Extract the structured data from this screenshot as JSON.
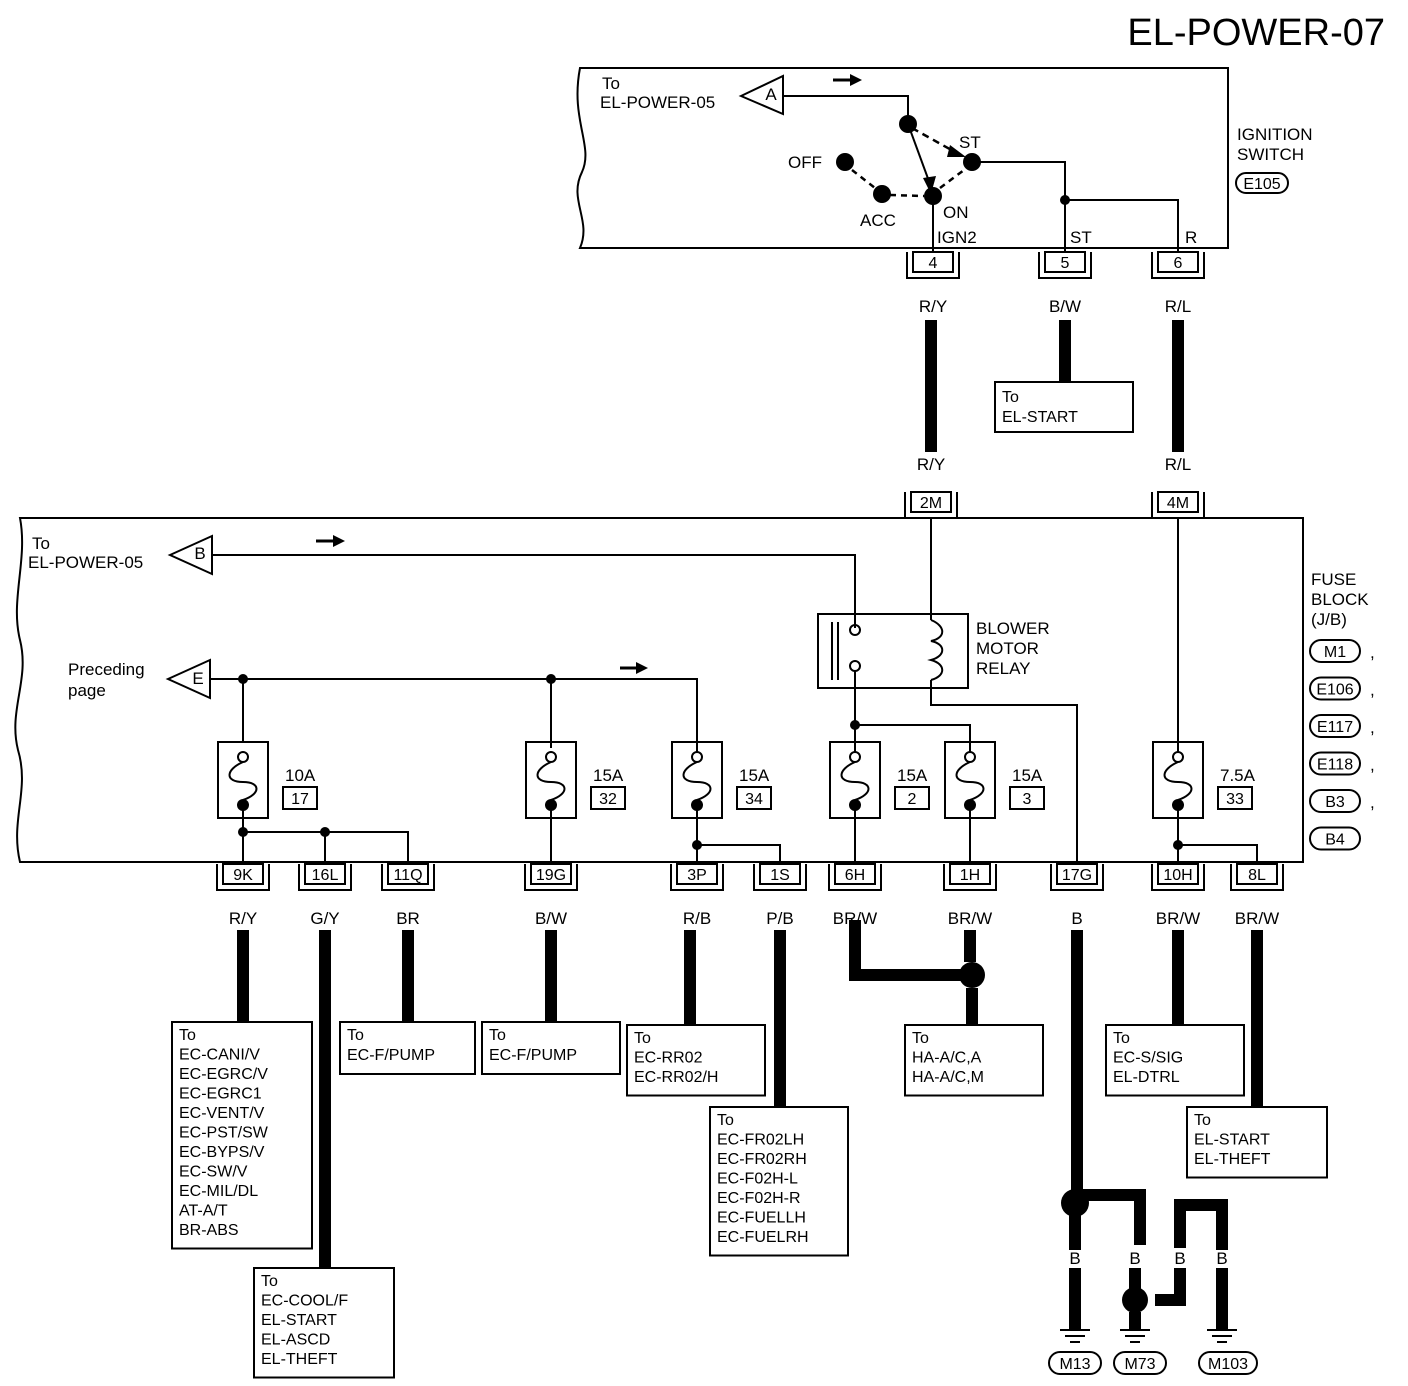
{
  "page": {
    "title": "EL-POWER-07"
  },
  "ignition": {
    "ref_to": "To",
    "ref_page": "EL-POWER-05",
    "ref_letter": "A",
    "name_line1": "IGNITION",
    "name_line2": "SWITCH",
    "connector_id": "E105",
    "pos_off": "OFF",
    "pos_acc": "ACC",
    "pos_on": "ON",
    "pos_st": "ST",
    "term_ign2": "IGN2",
    "term_st": "ST",
    "term_r": "R",
    "pins": [
      "4",
      "5",
      "6"
    ],
    "wires": [
      "R/Y",
      "B/W",
      "R/L"
    ],
    "start_box": {
      "line1": "To",
      "line2": "EL-START"
    }
  },
  "fuse_block": {
    "ref_b_to": "To",
    "ref_b_page": "EL-POWER-05",
    "ref_b_letter": "B",
    "ref_e_line1": "Preceding",
    "ref_e_line2": "page",
    "ref_e_letter": "E",
    "name_line1": "FUSE",
    "name_line2": "BLOCK",
    "name_line3": "(J/B)",
    "connectors": [
      "M1",
      "E106",
      "E117",
      "E118",
      "B3",
      "B4"
    ],
    "top_wires": [
      "R/Y",
      "R/L"
    ],
    "top_pins": [
      "2M",
      "4M"
    ],
    "relay_line1": "BLOWER",
    "relay_line2": "MOTOR",
    "relay_line3": "RELAY",
    "fuses": [
      {
        "amp": "10A",
        "num": "17"
      },
      {
        "amp": "15A",
        "num": "32"
      },
      {
        "amp": "15A",
        "num": "34"
      },
      {
        "amp": "15A",
        "num": "2"
      },
      {
        "amp": "15A",
        "num": "3"
      },
      {
        "amp": "7.5A",
        "num": "33"
      }
    ],
    "pins": [
      "9K",
      "16L",
      "11Q",
      "19G",
      "3P",
      "1S",
      "6H",
      "1H",
      "17G",
      "10H",
      "8L"
    ],
    "wires": [
      "R/Y",
      "G/Y",
      "BR",
      "B/W",
      "R/B",
      "P/B",
      "BR/W",
      "BR/W",
      "B",
      "BR/W",
      "BR/W"
    ]
  },
  "destinations": {
    "box1": [
      "To",
      "EC-CANI/V",
      "EC-EGRC/V",
      "EC-EGRC1",
      "EC-VENT/V",
      "EC-PST/SW",
      "EC-BYPS/V",
      "EC-SW/V",
      "EC-MIL/DL",
      "AT-A/T",
      "BR-ABS"
    ],
    "box2": [
      "To",
      "EC-COOL/F",
      "EL-START",
      "EL-ASCD",
      "EL-THEFT"
    ],
    "box3": [
      "To",
      "EC-F/PUMP"
    ],
    "box4": [
      "To",
      "EC-F/PUMP"
    ],
    "box5": [
      "To",
      "EC-RR02",
      "EC-RR02/H"
    ],
    "box6": [
      "To",
      "EC-FR02LH",
      "EC-FR02RH",
      "EC-F02H-L",
      "EC-F02H-R",
      "EC-FUELLH",
      "EC-FUELRH"
    ],
    "box7": [
      "To",
      "HA-A/C,A",
      "HA-A/C,M"
    ],
    "box8": [
      "To",
      "EC-S/SIG",
      "EL-DTRL"
    ],
    "box9": [
      "To",
      "EL-START",
      "EL-THEFT"
    ]
  },
  "ground": {
    "wires": [
      "B",
      "B",
      "B",
      "B"
    ],
    "points": [
      "M13",
      "M73",
      "M103"
    ]
  }
}
